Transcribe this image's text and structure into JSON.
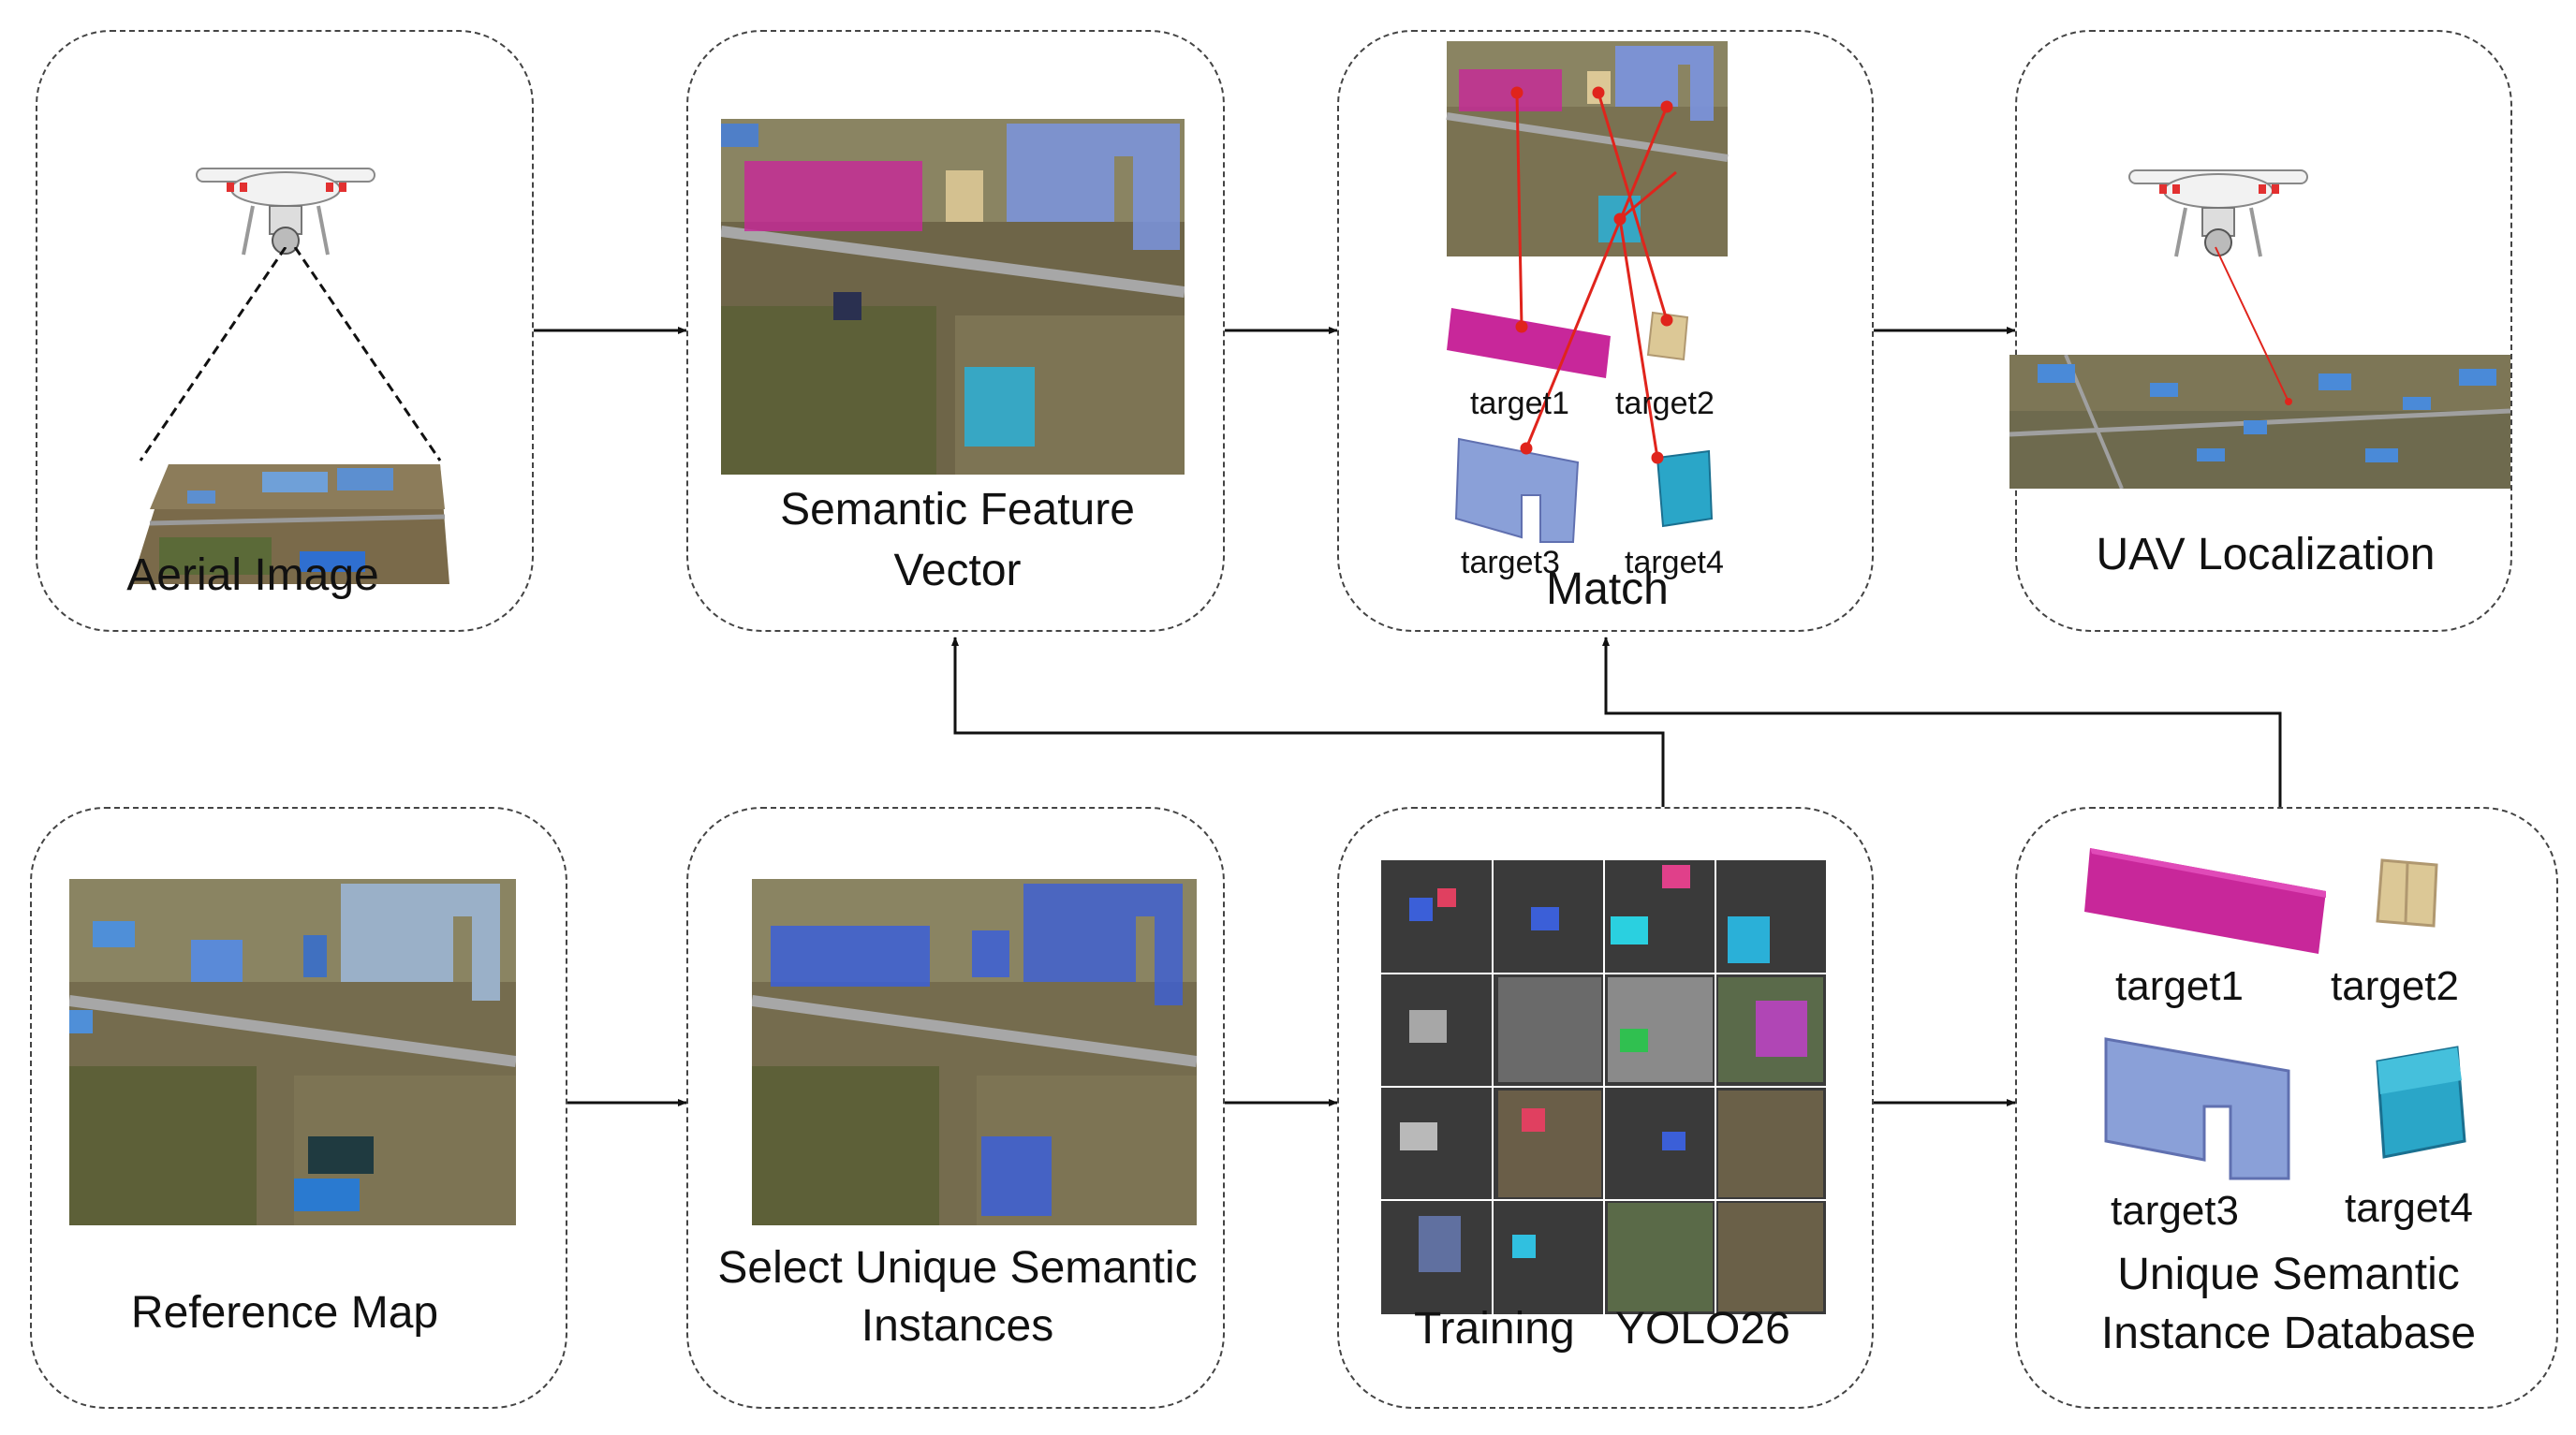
{
  "top_row": {
    "aerial": {
      "label": "Aerial Image"
    },
    "semantic": {
      "label_line1": "Semantic Feature",
      "label_line2": "Vector"
    },
    "match": {
      "label": "Match",
      "targets": [
        "target1",
        "target2",
        "target3",
        "target4"
      ]
    },
    "localization": {
      "label": "UAV Localization"
    }
  },
  "bottom_row": {
    "reference": {
      "label": "Reference Map"
    },
    "select": {
      "label_line1": "Select Unique Semantic",
      "label_line2": "Instances"
    },
    "training": {
      "label_word1": "Training",
      "label_word2": "YOLO26"
    },
    "database": {
      "label_line1": "Unique Semantic",
      "label_line2": "Instance Database",
      "targets": [
        "target1",
        "target2",
        "target3",
        "target4"
      ]
    }
  },
  "colors": {
    "target1": "#c8279a",
    "target2": "#dcc896",
    "target3": "#8aa0d8",
    "target4": "#2aa6c8",
    "instance_blue": "#3b5fd8",
    "match_line": "#e0241c"
  }
}
